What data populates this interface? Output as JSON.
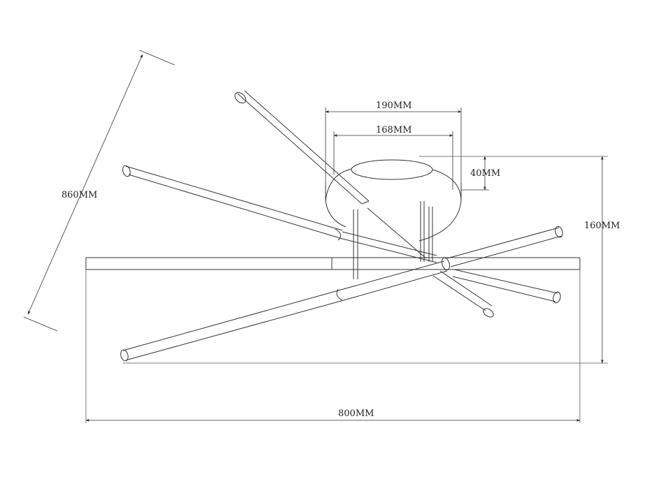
{
  "dimensions": {
    "diagonal": "860MM",
    "width_total": "800MM",
    "height_total": "160MM",
    "canopy_outer": "190MM",
    "canopy_inner": "168MM",
    "canopy_depth": "40MM"
  },
  "colors": {
    "line": "#333333",
    "thin_line": "#555555",
    "background": "#ffffff"
  }
}
